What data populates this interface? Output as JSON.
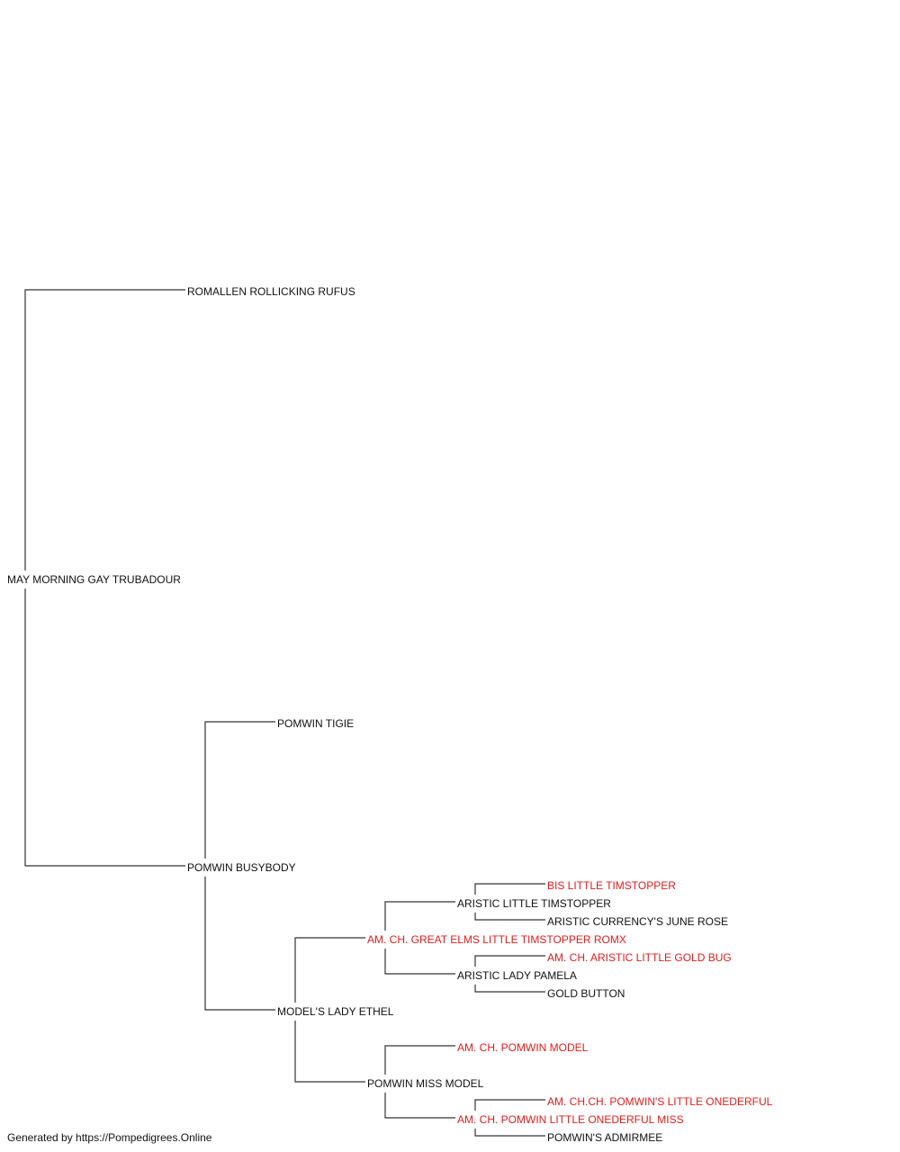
{
  "colors": {
    "champion": "#e31b1b",
    "regular": "#111111",
    "line": "#333333"
  },
  "pedigree": [
    {
      "id": "n0",
      "name": "MAY MORNING GAY TRUBADOUR",
      "parent": null,
      "champion": false
    },
    {
      "id": "n1",
      "name": "ROMALLEN ROLLICKING RUFUS",
      "parent": "n0",
      "champion": false
    },
    {
      "id": "n2",
      "name": "POMWIN BUSYBODY",
      "parent": "n0",
      "champion": false
    },
    {
      "id": "n3",
      "name": "POMWIN TIGIE",
      "parent": "n2",
      "champion": false
    },
    {
      "id": "n4",
      "name": "MODEL'S LADY ETHEL",
      "parent": "n2",
      "champion": false
    },
    {
      "id": "n5",
      "name": "AM. CH. GREAT ELMS LITTLE TIMSTOPPER ROMX",
      "parent": "n4",
      "champion": true
    },
    {
      "id": "n6",
      "name": "ARISTIC LITTLE TIMSTOPPER",
      "parent": "n5",
      "champion": false
    },
    {
      "id": "n7",
      "name": "BIS LITTLE TIMSTOPPER",
      "parent": "n6",
      "champion": true
    },
    {
      "id": "n8",
      "name": "ARISTIC CURRENCY'S JUNE ROSE",
      "parent": "n6",
      "champion": false
    },
    {
      "id": "n9",
      "name": "ARISTIC LADY PAMELA",
      "parent": "n5",
      "champion": false
    },
    {
      "id": "n10",
      "name": "AM. CH. ARISTIC LITTLE GOLD BUG",
      "parent": "n9",
      "champion": true
    },
    {
      "id": "n11",
      "name": "GOLD BUTTON",
      "parent": "n9",
      "champion": false
    },
    {
      "id": "n12",
      "name": "POMWIN MISS MODEL",
      "parent": "n4",
      "champion": false
    },
    {
      "id": "n13",
      "name": "AM. CH. POMWIN MODEL",
      "parent": "n12",
      "champion": true
    },
    {
      "id": "n14",
      "name": "AM. CH. POMWIN LITTLE ONEDERFUL MISS",
      "parent": "n12",
      "champion": true
    },
    {
      "id": "n15",
      "name": "AM. CH.CH. POMWIN'S LITTLE ONEDERFUL",
      "parent": "n14",
      "champion": true
    },
    {
      "id": "n16",
      "name": "POMWIN'S ADMIRMEE",
      "parent": "n14",
      "champion": false
    }
  ],
  "footer": {
    "text": "Generated by https://Pompedigrees.Online"
  }
}
